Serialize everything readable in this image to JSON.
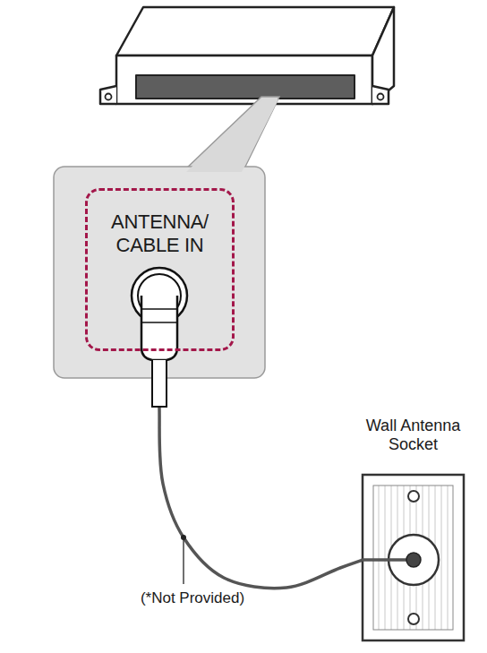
{
  "diagram": {
    "nodes": [
      {
        "text": [
          "ANTENNA/ CABLE IN"
        ]
      },
      {
        "text": [
          "Wall Antenna Socket"
        ]
      }
    ],
    "edges": [
      {
        "from": 0,
        "to": 1,
        "arrow": "none"
      }
    ],
    "labels": [
      "(*Not Provided)"
    ]
  }
}
